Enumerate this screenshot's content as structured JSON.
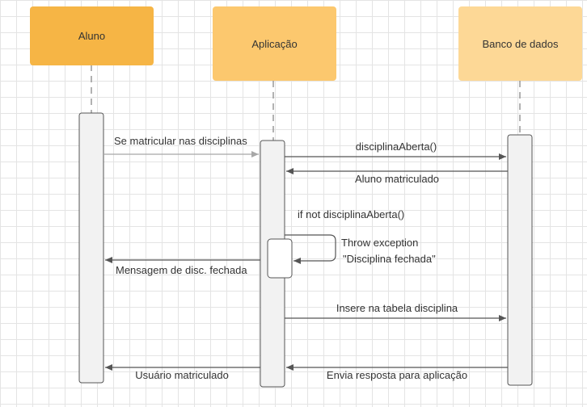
{
  "participants": {
    "aluno": {
      "name": "Aluno",
      "color": "#f6b545"
    },
    "aplicacao": {
      "name": "Aplicação",
      "color": "#fcc86e"
    },
    "banco": {
      "name": "Banco de dados",
      "color": "#fdd896"
    }
  },
  "messages": {
    "m1": "Se matricular nas disciplinas",
    "m2": "disciplinaAberta()",
    "m3": "Aluno matriculado",
    "m4": "if not disciplinaAberta()",
    "m5_line1": "Throw exception",
    "m5_line2": "\"Disciplina fechada\"",
    "m6": "Mensagem de disc. fechada",
    "m7": "Insere na tabela disciplina",
    "m8": "Envia resposta para aplicação",
    "m9": "Usuário matriculado"
  }
}
